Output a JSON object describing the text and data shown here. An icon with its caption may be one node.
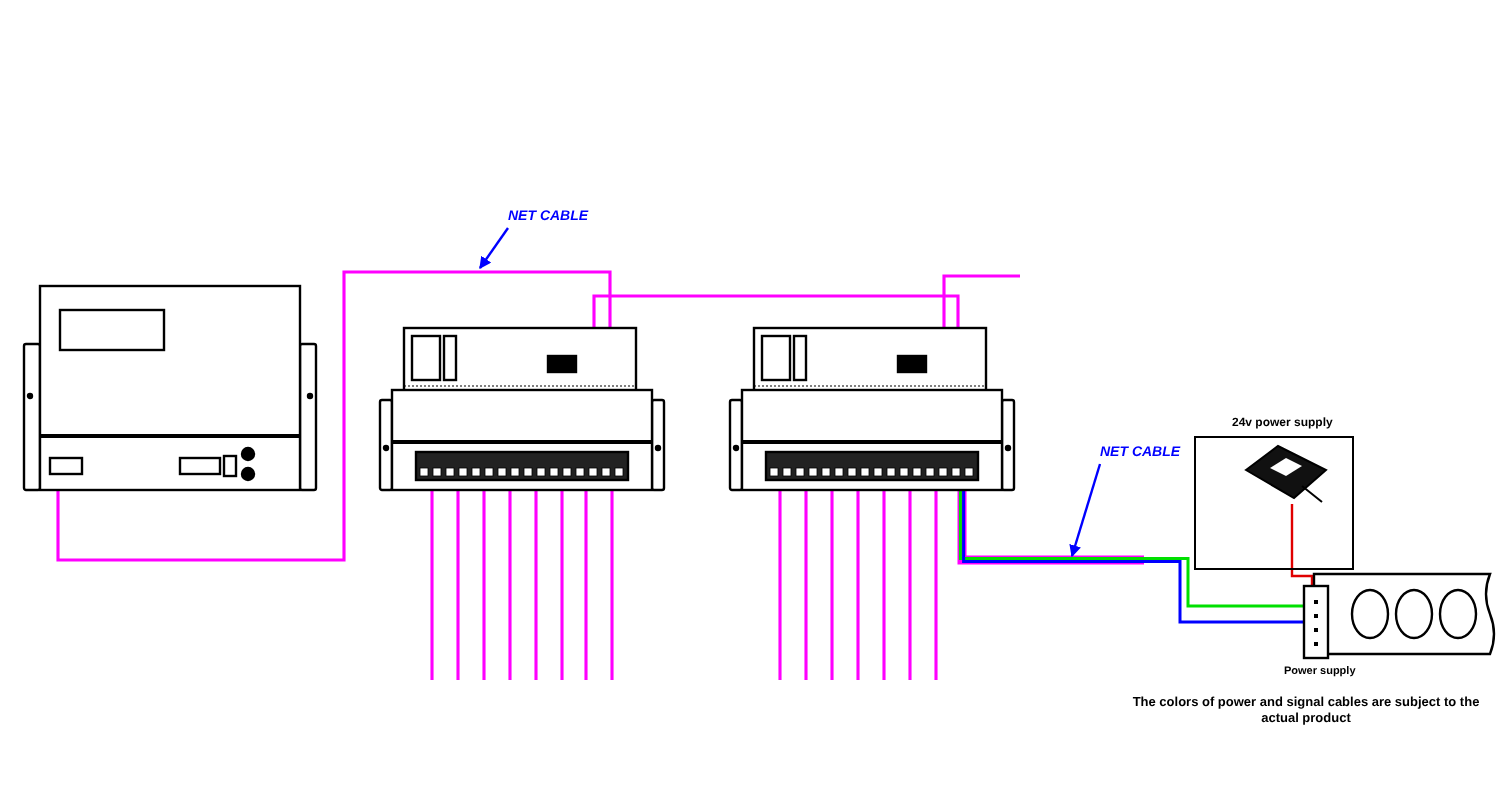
{
  "diagram": {
    "nodes": [
      {
        "text": [],
        "shape": "picture"
      },
      {
        "text": [],
        "shape": "picture"
      },
      {
        "text": [],
        "shape": "picture"
      },
      {
        "text": [
          "NET CABLE"
        ]
      },
      {
        "text": [
          "NET CABLE"
        ]
      },
      {
        "text": [
          "24v power supply"
        ]
      },
      {
        "text": [],
        "shape": "picture",
        "in": 5
      },
      {
        "text": [],
        "shape": "picture"
      },
      {
        "text": [],
        "shape": "box",
        "beside": [
          "Power supply"
        ]
      }
    ],
    "edges": [
      {
        "from": 0,
        "to": 1,
        "arrow": "none"
      },
      {
        "from": 1,
        "to": 2,
        "arrow": "none"
      },
      {
        "from": 2,
        "to": null,
        "arrow": "none"
      },
      {
        "from": 1,
        "to": null,
        "arrow": "none"
      },
      {
        "from": 1,
        "to": null,
        "arrow": "none"
      },
      {
        "from": 1,
        "to": null,
        "arrow": "none"
      },
      {
        "from": 1,
        "to": null,
        "arrow": "none"
      },
      {
        "from": 1,
        "to": null,
        "arrow": "none"
      },
      {
        "from": 1,
        "to": null,
        "arrow": "none"
      },
      {
        "from": 1,
        "to": null,
        "arrow": "none"
      },
      {
        "from": 1,
        "to": null,
        "arrow": "none"
      },
      {
        "from": 2,
        "to": null,
        "arrow": "none"
      },
      {
        "from": 2,
        "to": null,
        "arrow": "none"
      },
      {
        "from": 2,
        "to": null,
        "arrow": "none"
      },
      {
        "from": 2,
        "to": null,
        "arrow": "none"
      },
      {
        "from": 2,
        "to": null,
        "arrow": "none"
      },
      {
        "from": 2,
        "to": null,
        "arrow": "none"
      },
      {
        "from": 2,
        "to": null,
        "arrow": "none"
      },
      {
        "from": 2,
        "to": 8,
        "arrow": "none",
        "color": "#00e000"
      },
      {
        "from": 2,
        "to": 8,
        "arrow": "none",
        "color": "#0000ff"
      },
      {
        "from": 6,
        "to": 8,
        "arrow": "none",
        "color": "#e00000"
      },
      {
        "from": 3,
        "to": null,
        "arrow": "to",
        "color": "#0000ff"
      },
      {
        "from": 4,
        "to": null,
        "arrow": "to",
        "color": "#0000ff"
      }
    ],
    "labels": [
      "The colors of power and signal cables are subject to the actual product"
    ]
  }
}
